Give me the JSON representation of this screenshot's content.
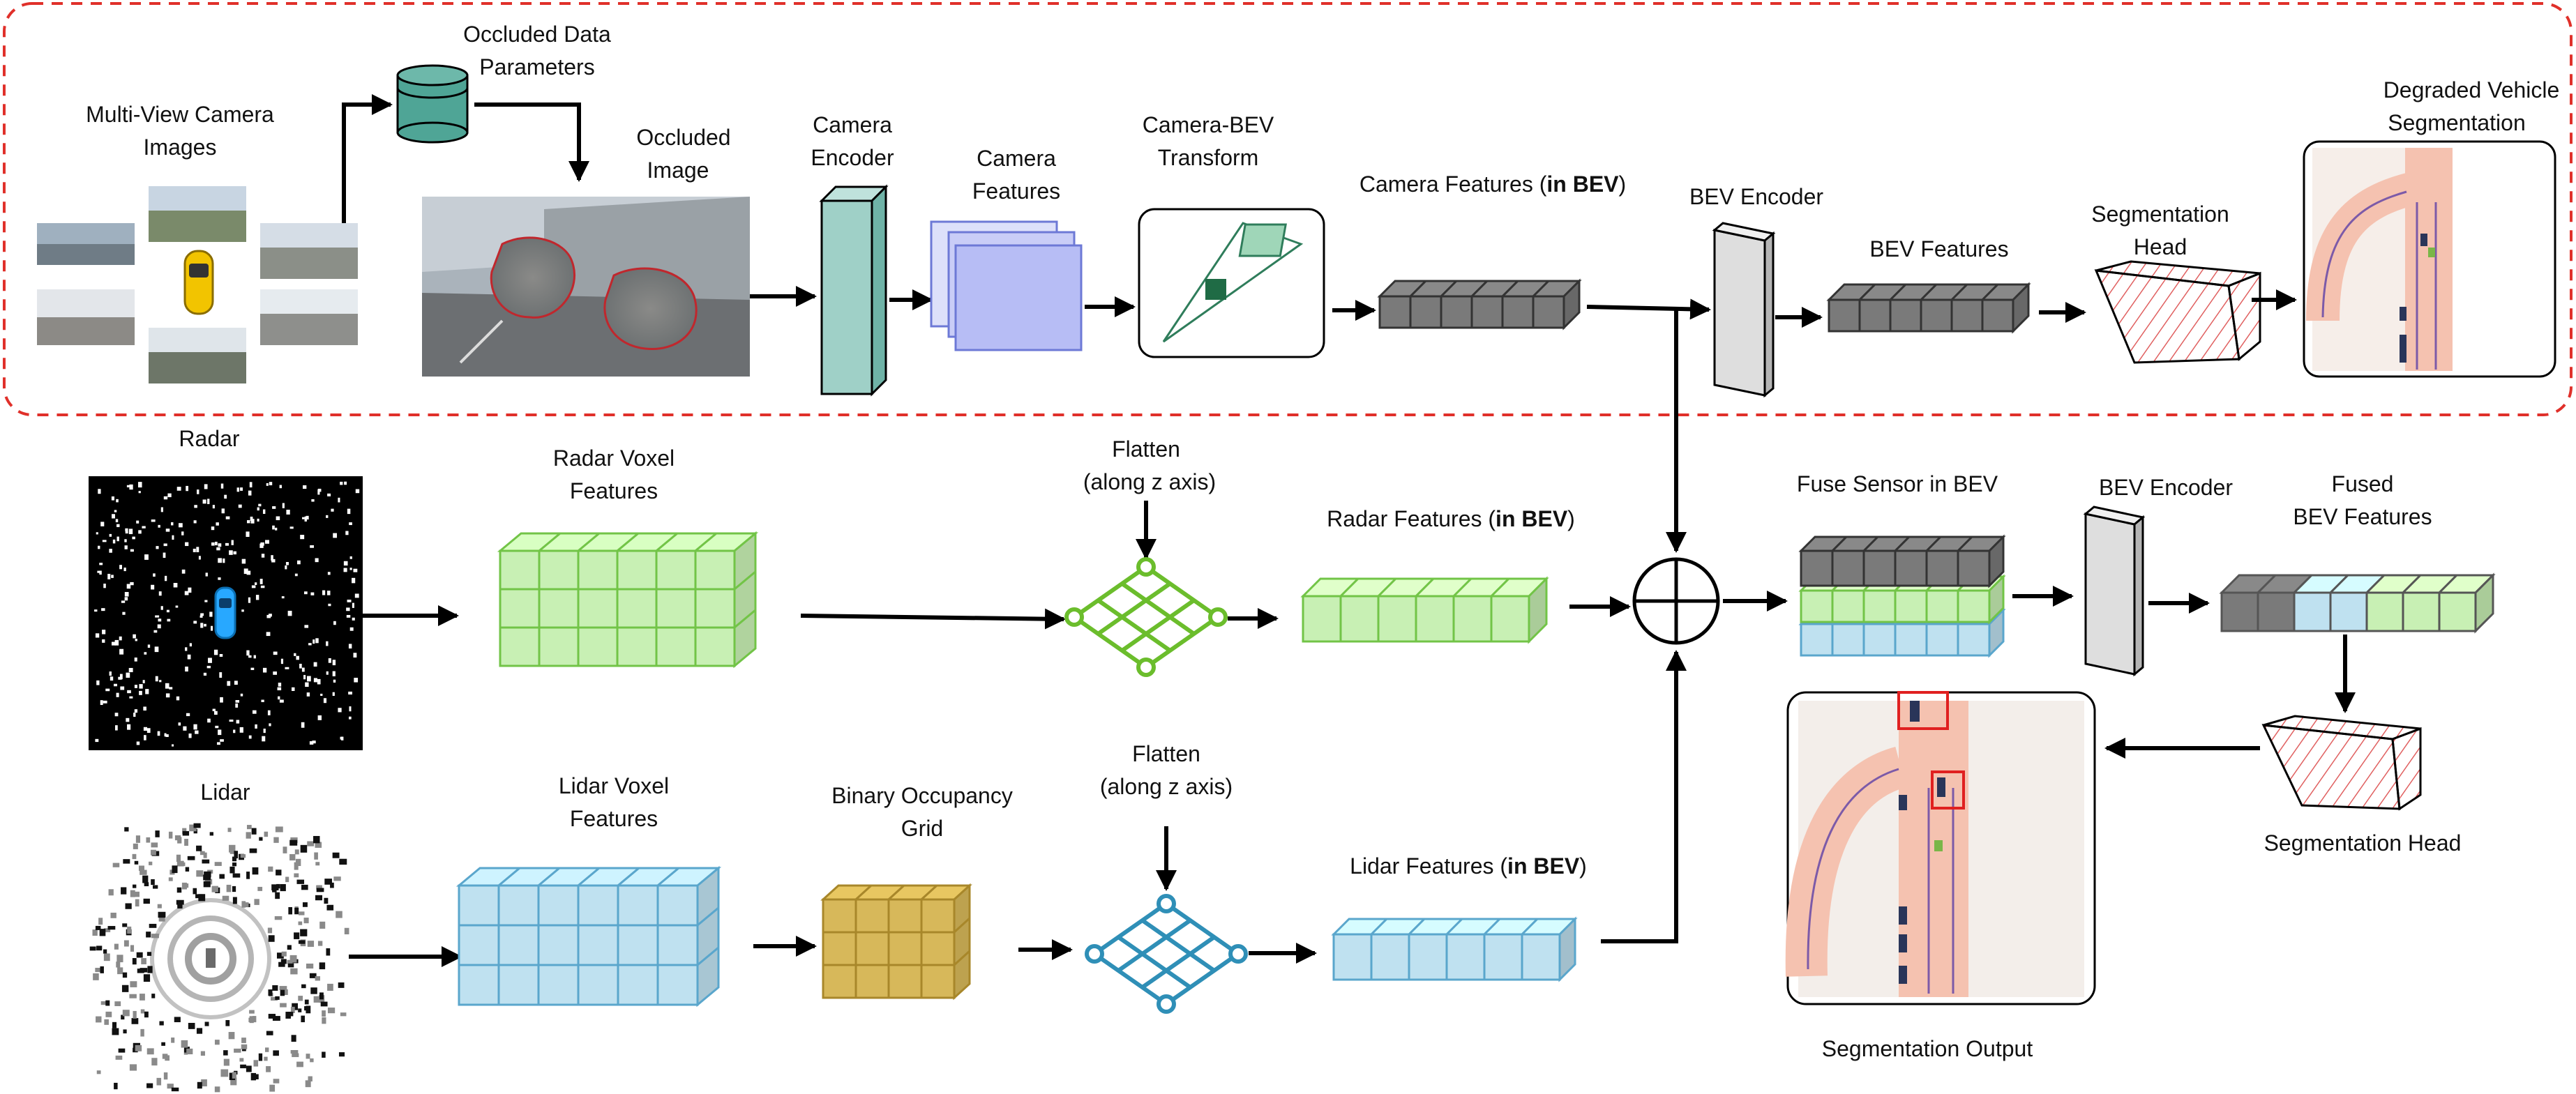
{
  "labels": {
    "occluded_params_1": "Occluded Data",
    "occluded_params_2": "Parameters",
    "multiview_1": "Multi-View Camera",
    "multiview_2": "Images",
    "occluded_img_1": "Occluded",
    "occluded_img_2": "Image",
    "camera_encoder_1": "Camera",
    "camera_encoder_2": "Encoder",
    "camera_features_1": "Camera",
    "camera_features_2": "Features",
    "cam_bev_1": "Camera-BEV",
    "cam_bev_2": "Transform",
    "camera_bev_features_pre": "Camera Features (",
    "camera_bev_features_bold": "in BEV",
    "camera_bev_features_post": ")",
    "bev_encoder_top": "BEV Encoder",
    "bev_features_top": "BEV Features",
    "seg_head_top_1": "Segmentation",
    "seg_head_top_2": "Head",
    "degraded_1": "Degraded Vehicle",
    "degraded_2": "Segmentation",
    "radar": "Radar",
    "radar_voxel_1": "Radar Voxel",
    "radar_voxel_2": "Features",
    "flatten_radar_1": "Flatten",
    "flatten_radar_2": "(along z axis)",
    "radar_bev_pre": "Radar Features (",
    "radar_bev_bold": "in BEV",
    "radar_bev_post": ")",
    "fuse_sensor": "Fuse Sensor in BEV",
    "bev_encoder_mid": "BEV Encoder",
    "fused_bev_1": "Fused",
    "fused_bev_2": "BEV Features",
    "lidar": "Lidar",
    "lidar_voxel_1": "Lidar Voxel",
    "lidar_voxel_2": "Features",
    "binary_occ_1": "Binary Occupancy",
    "binary_occ_2": "Grid",
    "flatten_lidar_1": "Flatten",
    "flatten_lidar_2": "(along z axis)",
    "lidar_bev_pre": "Lidar Features (",
    "lidar_bev_bold": "in BEV",
    "lidar_bev_post": ")",
    "seg_head_bottom": "Segmentation Head",
    "seg_output": "Segmentation Output"
  },
  "colors": {
    "camera_encoder": "#9fd0c7",
    "database": "#4fa596",
    "camera_feat": "#b7bdf5",
    "gray_feat": "#7a7a7a",
    "radar_feat": "#c8f0b4",
    "radar_stroke": "#72c447",
    "lidar_feat": "#bfe1f0",
    "lidar_stroke": "#5aa6cc",
    "occupancy": "#d7b85a",
    "lidar_node": "#2f8fb7",
    "radar_node": "#6bbd2c",
    "dashed_border": "#e0302a",
    "occlusion_outline": "#c0272d",
    "seg_hatch": "#e06060"
  }
}
